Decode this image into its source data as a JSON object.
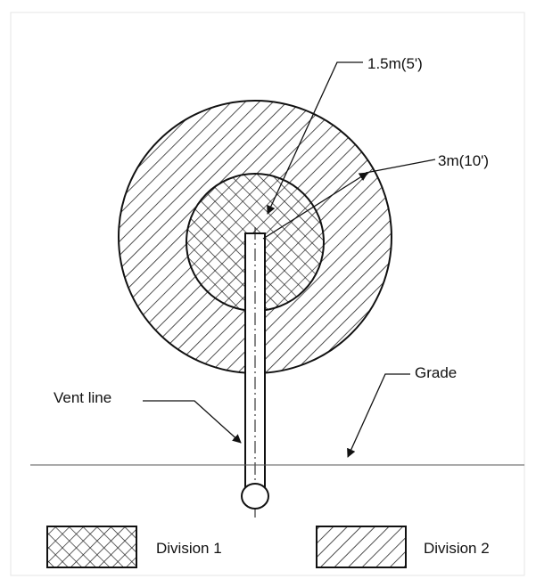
{
  "labels": {
    "inner_radius": "1.5m(5')",
    "outer_radius": "3m(10')",
    "vent_line": "Vent line",
    "grade": "Grade"
  },
  "legend": {
    "division1": "Division 1",
    "division2": "Division 2"
  }
}
